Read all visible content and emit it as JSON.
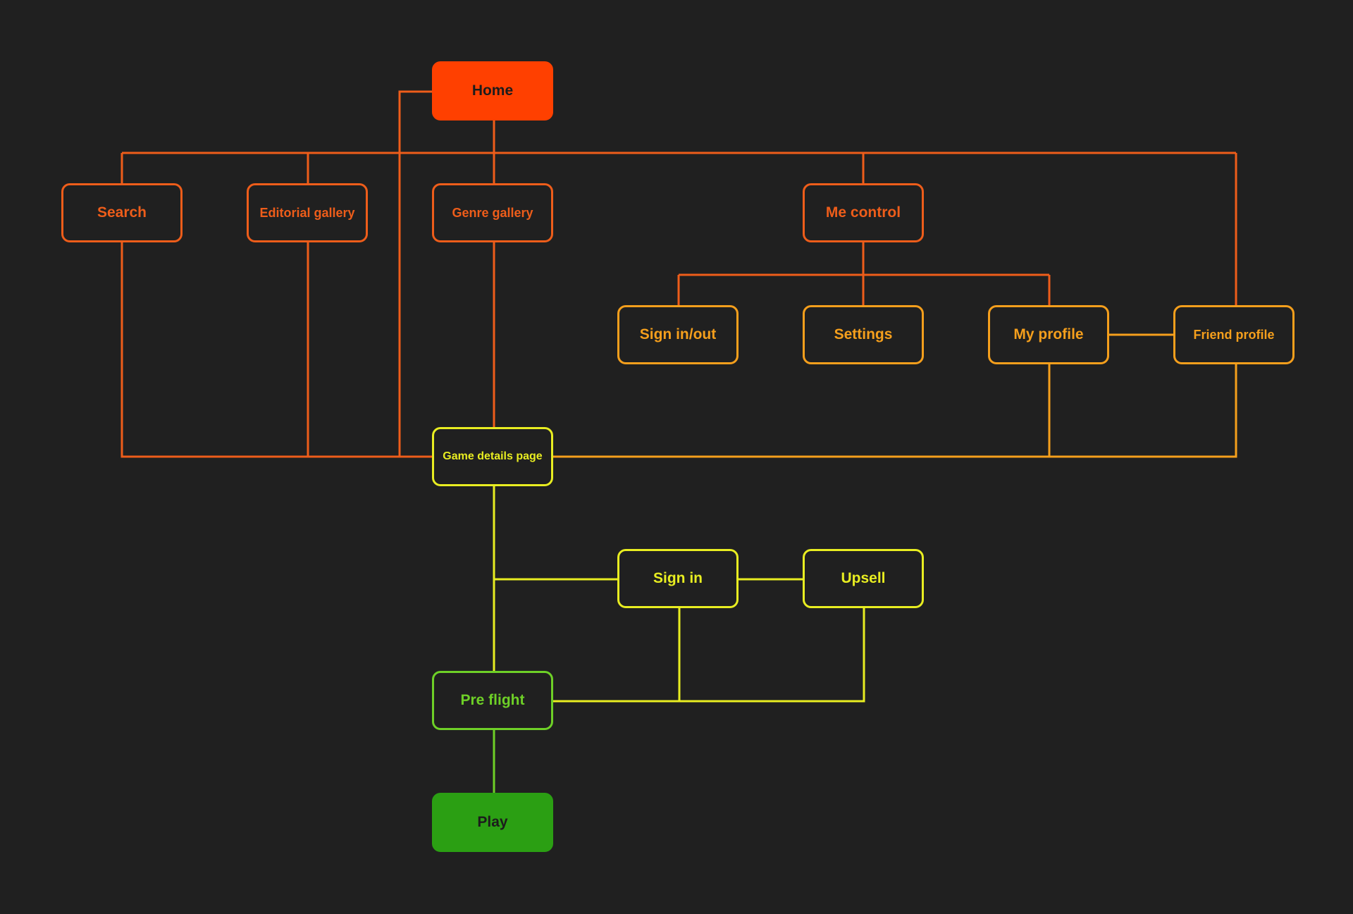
{
  "colors": {
    "background": "#202020",
    "home": "#ff4000",
    "red_orange": "#ee5d1a",
    "orange": "#f59f1c",
    "yellow": "#e8ed21",
    "light_green": "#6ed027",
    "green": "#2b9f13",
    "filled_text": "#1c1c1c"
  },
  "nodes": {
    "home": "Home",
    "search": "Search",
    "editorial_gallery": "Editorial gallery",
    "genre_gallery": "Genre gallery",
    "me_control": "Me control",
    "sign_in_out": "Sign in/out",
    "settings": "Settings",
    "my_profile": "My profile",
    "friend_profile": "Friend profile",
    "game_details_page": "Game details page",
    "sign_in": "Sign in",
    "upsell": "Upsell",
    "pre_flight": "Pre flight",
    "play": "Play"
  }
}
